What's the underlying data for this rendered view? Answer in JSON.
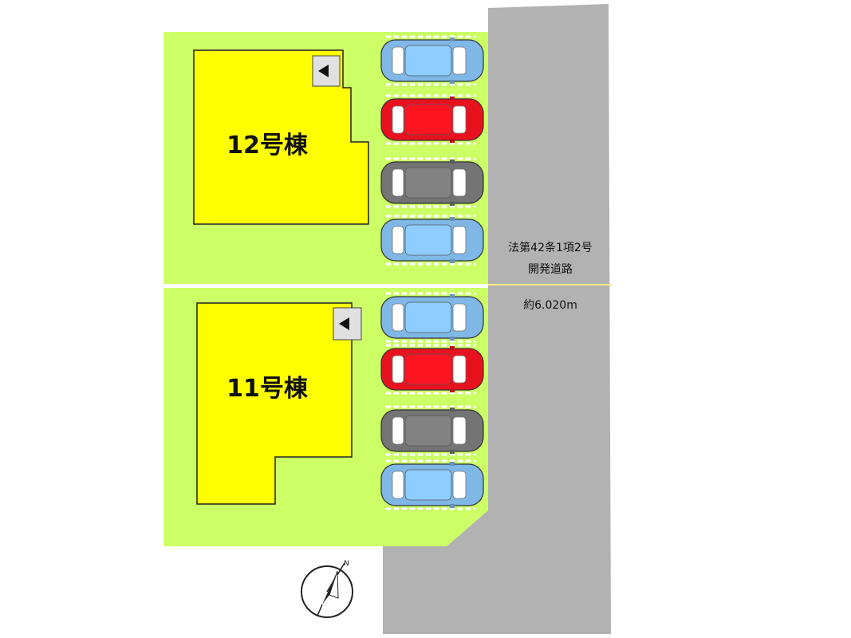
{
  "buildings": [
    {
      "label": "12号棟"
    },
    {
      "label": "11号棟"
    }
  ],
  "road": {
    "type_line1": "法第42条1項2号",
    "type_line2": "開発道路",
    "width": "約6.020m"
  },
  "compass": {
    "north_mark": "N"
  },
  "colors": {
    "lot": "#ccff66",
    "building": "#ffff00",
    "road": "#b2b2b2",
    "road_boundary": "#ffe97a",
    "car_blue": "#7fb7e6",
    "car_red": "#e8121e",
    "car_gray": "#747474"
  },
  "parking": {
    "lot12": [
      "car_blue",
      "car_red",
      "car_gray",
      "car_blue"
    ],
    "lot11": [
      "car_blue",
      "car_red",
      "car_gray",
      "car_blue"
    ]
  }
}
